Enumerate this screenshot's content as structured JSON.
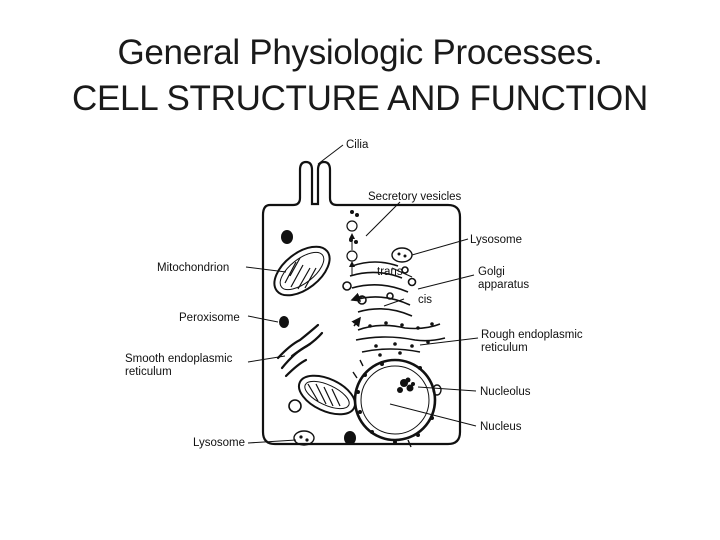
{
  "slide": {
    "title_line1": "General Physiologic Processes.",
    "title_line2": "CELL STRUCTURE AND FUNCTION"
  },
  "diagram": {
    "labels": {
      "cilia": "Cilia",
      "secretory_vesicles": "Secretory vesicles",
      "lysosome_top": "Lysosome",
      "mitochondrion": "Mitochondrion",
      "trans": "trans",
      "golgi_line1": "Golgi",
      "golgi_line2": "apparatus",
      "cis": "cis",
      "peroxisome": "Peroxisome",
      "rough_er_line1": "Rough endoplasmic",
      "rough_er_line2": "reticulum",
      "smooth_er_line1": "Smooth endoplasmic",
      "smooth_er_line2": "reticulum",
      "nucleolus": "Nucleolus",
      "nucleus": "Nucleus",
      "lysosome_bottom": "Lysosome"
    }
  }
}
